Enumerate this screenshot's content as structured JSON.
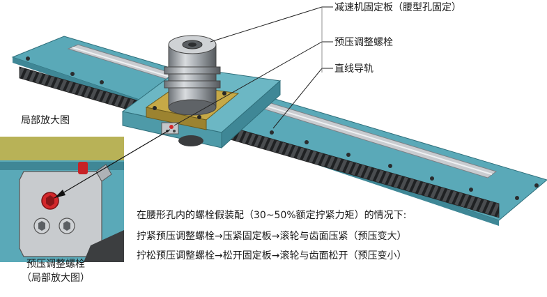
{
  "callouts": {
    "reducer_plate": "减速机固定板（腰型孔固定）",
    "preload_bolt": "预压调整螺栓",
    "linear_guide": "直线导轨"
  },
  "inset": {
    "title": "局部放大图",
    "caption_line1": "预压调整螺栓",
    "caption_line2": "（局部放大图）"
  },
  "notes": {
    "line1": "在腰形孔内的螺栓假装配（30~50%额定拧紧力矩）的情况下:",
    "line2": "拧紧预压调整螺栓→压紧固定板→滚轮与齿面压紧（预压变大）",
    "line3": "拧松预压调整螺栓→松开固定板→滚轮与齿面松开（预压变小）"
  },
  "colors": {
    "base_plate": "#5aa9b8",
    "rail": "#c9ccd0",
    "rack": "#3c3c3c",
    "carriage_plate": "#6cb7c4",
    "reducer_plate": "#b89a3a",
    "bolt_red": "#d3272b",
    "inset_bg_top": "#b8b257",
    "inset_bg_bottom": "#5aa9b8"
  }
}
